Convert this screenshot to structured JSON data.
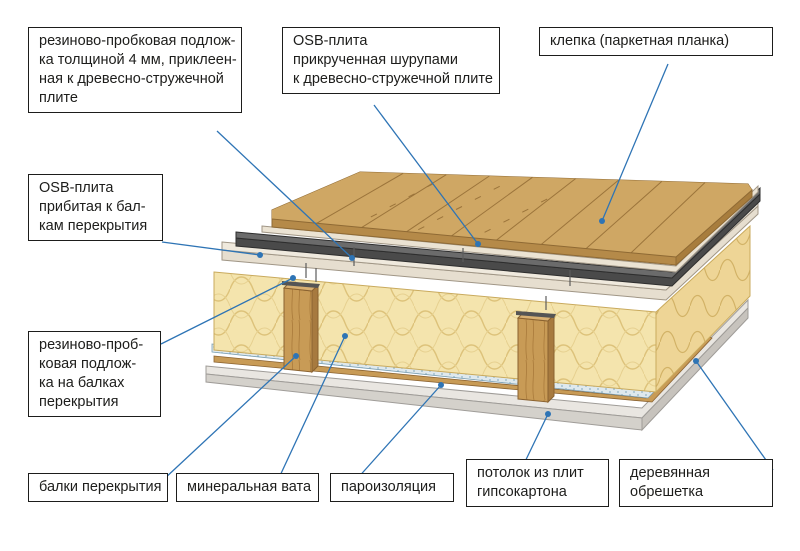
{
  "colors": {
    "leader_line": "#2e74b5",
    "label_border": "#1d1d1b",
    "parquet": "#c8a060",
    "osb": "#e4dccd",
    "underlay": "#4d4d4d",
    "mineral_wool": "#f3e3aa",
    "beam": "#c79a55",
    "drywall": "#e8e5e0"
  },
  "labels": {
    "underlay_on_chipboard": {
      "lines": [
        "резиново-пробковая подлож-",
        "ка толщиной 4 мм, приклеен-",
        "ная к древесно-стружечной",
        "плите"
      ],
      "points_to": "underlay-layer"
    },
    "osb_screwed": {
      "lines": [
        "OSB-плита",
        "прикрученная шурупами",
        "к древесно-стружечной плите"
      ],
      "points_to": "osb-top-layer"
    },
    "parquet_stave": {
      "lines": [
        "клепка (паркетная планка)"
      ],
      "points_to": "parquet-layer"
    },
    "osb_nailed": {
      "lines": [
        "OSB-плита",
        "прибитая к бал-",
        "кам перекрытия"
      ],
      "points_to": "osb-bottom-layer"
    },
    "underlay_on_beams": {
      "lines": [
        "резиново-проб-",
        "ковая подлож-",
        "ка на балках",
        "перекрытия"
      ],
      "points_to": "beam-underlay"
    },
    "floor_beams": {
      "lines": [
        "балки перекрытия"
      ],
      "points_to": "floor-beam"
    },
    "mineral_wool": {
      "lines": [
        "минеральная вата"
      ],
      "points_to": "mineral-wool"
    },
    "vapor_barrier": {
      "lines": [
        "пароизоляция"
      ],
      "points_to": "vapor-barrier"
    },
    "drywall_ceiling": {
      "lines": [
        "потолок из плит",
        "гипсокартона"
      ],
      "points_to": "drywall-ceiling"
    },
    "wood_battens": {
      "lines": [
        "деревянная",
        "обрешетка"
      ],
      "points_to": "wood-battens"
    }
  }
}
